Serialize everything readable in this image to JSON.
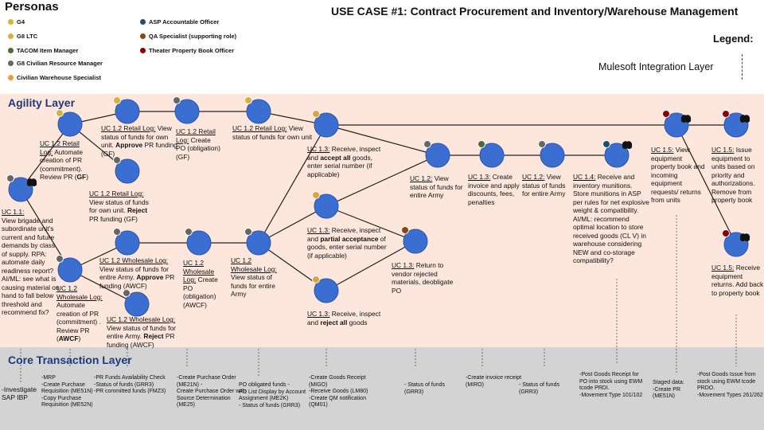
{
  "personas_title": "Personas",
  "personas": [
    {
      "label": "G4",
      "color": "#d9b13a"
    },
    {
      "label": "G8 LTC",
      "color": "#d9b13a"
    },
    {
      "label": "TACOM Item Manager",
      "color": "#55663a"
    },
    {
      "label": "G8 Civilian Resource Manager",
      "color": "#666666"
    },
    {
      "label": "Civilian Warehouse Specialist",
      "color": "#e6a23a"
    },
    {
      "label": "ASP Accountable Officer",
      "color": "#1f4e6e"
    },
    {
      "label": "QA Specialist (supporting role)",
      "color": "#8b4513"
    },
    {
      "label": "Theater Property Book Officer",
      "color": "#8b0000"
    }
  ],
  "use_case_title": "USE CASE #1: Contract Procurement and Inventory/Warehouse Management",
  "legend": {
    "title": "Legend:",
    "item": "Mulesoft Integration Layer"
  },
  "layers": {
    "agility": "Agility Layer",
    "core": "Core Transaction Layer"
  },
  "labels": {
    "uc11": {
      "h": "UC 1.1:",
      "t": "View brigade and subordinate unit's current and future demands by class of supply. RPA: automate daily readiness report? AI/ML: see what is causing material on hand to fall below threshold and recommend fix?"
    },
    "uc12_retail_a": {
      "h": "UC 1.2 Retail Log:",
      "t1": "Automate creation of PR (commitment). Review PR (",
      "b": "GF",
      "t2": ")"
    },
    "uc12_retail_b": {
      "h": "UC 1.2 Retail Log:",
      "t1": "View status of funds for own unit. ",
      "b": "Reject",
      "t2": " PR funding (GF)"
    },
    "uc12_retail_c": {
      "h": "UC 1.2 Retail Log:",
      "t1": "View status of funds for own unit. ",
      "b": "Approve",
      "t2": " PR funding (GF)"
    },
    "uc12_retail_d": {
      "h": "UC 1.2 Retail Log:",
      "t": "Create PO (obligation) (GF)"
    },
    "uc12_retail_e": {
      "h": "UC 1.2 Retail Log:",
      "t": "View status of funds for own unit"
    },
    "uc12_wh_a": {
      "h": "UC 1.2 Wholesale Log:",
      "t1": "Automate creation of PR (commitment) . Review PR (",
      "b": "AWCF",
      "t2": ")"
    },
    "uc12_wh_b": {
      "h": "UC 1.2 Wholesale Log:",
      "t1": "View status of funds for entire Army. ",
      "b": "Approve",
      "t2": " PR funding (AWCF)"
    },
    "uc12_wh_c": {
      "h": "UC 1.2 Wholesale Log:",
      "t1": "View status of funds for entire Army. ",
      "b": "Reject",
      "t2": " PR funding (AWCF)"
    },
    "uc12_wh_d": {
      "h": "UC 1.2 Wholesale Log:",
      "t": "Create PO (obligation) (AWCF)"
    },
    "uc12_wh_e": {
      "h": "UC 1.2 Wholesale Log:",
      "t": "View status of funds for entire Army"
    },
    "uc13_accept": {
      "h": "UC 1.3:",
      "t1": "Receive, inspect and ",
      "b": "accept all",
      "t2": " goods, enter serial number (if applicable)"
    },
    "uc13_partial": {
      "h": "UC 1.3:",
      "t1": "Receive, inspect and ",
      "b": "partial acceptance",
      "t2": " of goods, enter serial number (if applicable)"
    },
    "uc13_reject": {
      "h": "UC 1.3:",
      "t1": "Receive, inspect and ",
      "b": "reject all",
      "t2": " goods"
    },
    "uc13_return": {
      "h": "UC 1.3:",
      "t": "Return to vendor rejected materials, deobligate PO"
    },
    "uc12_status": {
      "h": "UC 1.2:",
      "t": "View status of funds for entire Army"
    },
    "uc13_invoice": {
      "h": "UC 1.3:",
      "t": "Create invoice and apply discounts, fees, penalties"
    },
    "uc12_status2": {
      "h": "UC 1.2:",
      "t": "View status of funds for entire Army"
    },
    "uc14": {
      "h": "UC 1.4:",
      "t": "Receive and inventory munitions. Store munitions in ASP per rules for net explosive weight & compatibility. AI/ML: recommend optimal location to store received goods (CL V) in warehouse considering NEW and co-storage compatibility?"
    },
    "uc15_view": {
      "h": "UC 1.5:",
      "t": "View equipment property book and incoming equipment requests/ returns from units"
    },
    "uc15_issue": {
      "h": "UC 1.5:",
      "t": "Issue equipment to units based on priority and authorizations. Remove from property book"
    },
    "uc15_receive": {
      "h": "UC 1.5:",
      "t": "Receive equipment returns. Add back to property book"
    }
  },
  "core": {
    "c1": "-Investigate SAP IBP",
    "c2": "-MRP\n-Create Purchase Requisition (ME51N)\n-Copy Purchase Requisition (ME52N)",
    "c3": "-PR Funds Availability Check\n-Status of funds (GRR3)\n-PR committed funds (FMZ3)",
    "c4": "-Create Purchase Order (ME21N) -\nCreate Purchase Order with Source Determination (ME25)",
    "c5": "PO obligated funds -\nPO List Display by Account Assignment (ME2K)\n- Status of funds (GRR3)",
    "c6": "-Create Goods Receipt (MIGO)\n-Receive Goods (LM80)\n-Create QM notification (QM01)",
    "c7": "- Status of funds (GRR3)",
    "c8": "-Create invoice receipt (MIRO)",
    "c9": "- Status of funds (GRR3)",
    "c10": "-Post Goods Receipt for PO into stock using EWM tcode PRDI.\n-Movement Type 101/102",
    "c11": "Staged data:\n-Create PR (ME51N)",
    "c12": "-Post Goods Issue from stock using EWM tcode PRDO.\n-Movement Types 261/262"
  }
}
